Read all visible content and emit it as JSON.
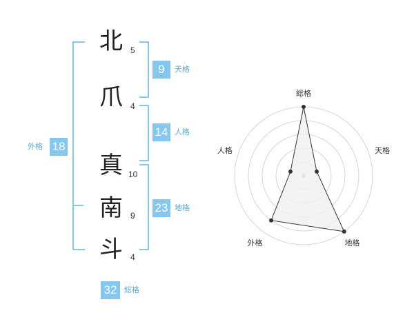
{
  "characters": [
    {
      "char": "北",
      "strokes": "5"
    },
    {
      "char": "爪",
      "strokes": "4"
    },
    {
      "char": "真",
      "strokes": "10"
    },
    {
      "char": "南",
      "strokes": "9"
    },
    {
      "char": "斗",
      "strokes": "4"
    }
  ],
  "fortunes": {
    "tenkaku": {
      "value": "9",
      "label": "天格"
    },
    "jinkaku": {
      "value": "14",
      "label": "人格"
    },
    "chikaku": {
      "value": "23",
      "label": "地格"
    },
    "gaikaku": {
      "value": "18",
      "label": "外格"
    },
    "soukaku": {
      "value": "32",
      "label": "総格"
    }
  },
  "chart_data": {
    "type": "radar",
    "axes": [
      "総格",
      "天格",
      "地格",
      "外格",
      "人格"
    ],
    "values": [
      5,
      1,
      5,
      4,
      1
    ],
    "range": [
      0,
      5
    ],
    "rings": 5,
    "colors": {
      "ring": "#cccccc",
      "fill": "#f0f0f0",
      "line": "#333333",
      "point": "#333333",
      "center": "#bbbbbb"
    }
  },
  "colors": {
    "accent": "#84c8f0"
  }
}
